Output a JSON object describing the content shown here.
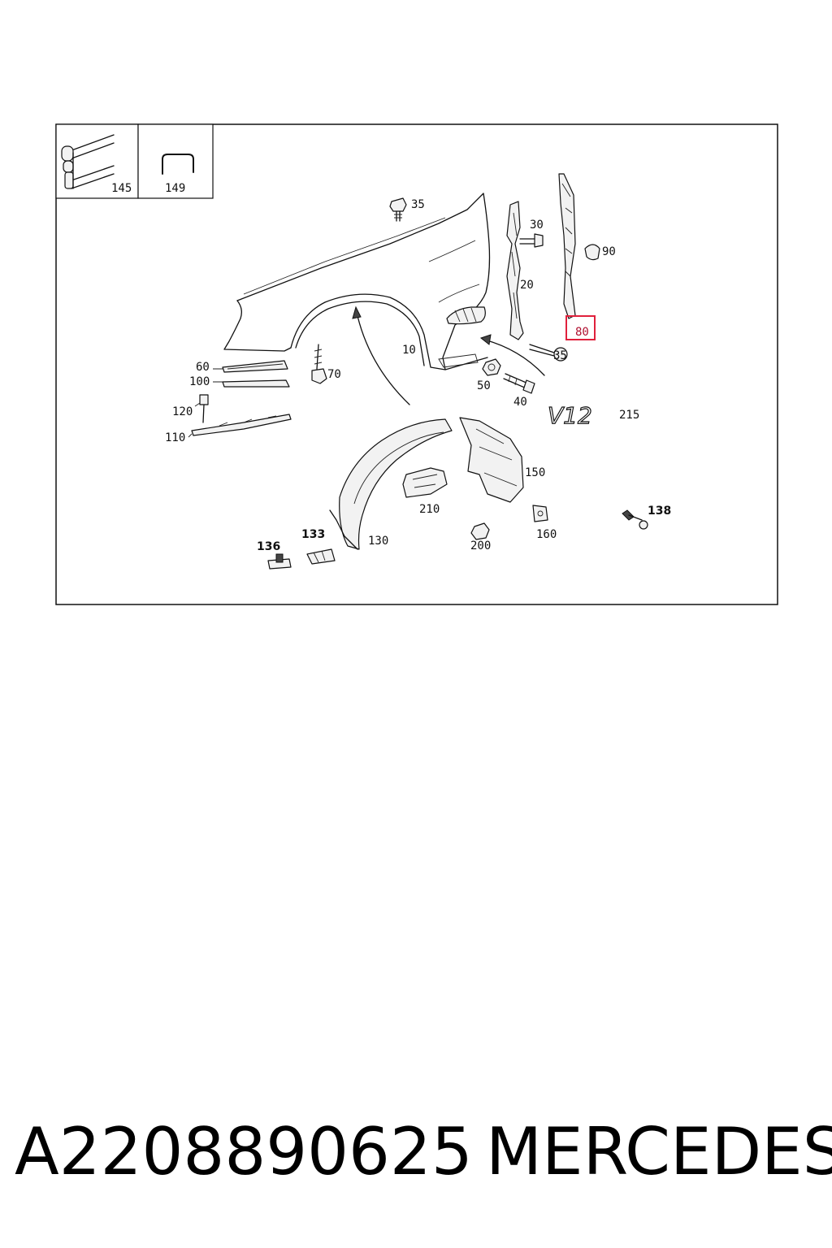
{
  "diagram": {
    "inset_callouts": [
      "145",
      "149"
    ],
    "callouts": {
      "c35a": "35",
      "c30": "30",
      "c90": "90",
      "c20": "20",
      "c80": "80",
      "c10": "10",
      "c35b": "35",
      "c60": "60",
      "c100": "100",
      "c70": "70",
      "c50": "50",
      "c40": "40",
      "c120": "120",
      "c215": "215",
      "c110": "110",
      "c150": "150",
      "c210": "210",
      "c138": "138",
      "c200": "200",
      "c160": "160",
      "c136": "136",
      "c133": "133",
      "c130": "130"
    },
    "emblem_text": "V12",
    "highlighted_callout": "80",
    "highlight_color": "#e0203c"
  },
  "caption": {
    "part_number": "A2208890625",
    "brand": "MERCEDES"
  }
}
